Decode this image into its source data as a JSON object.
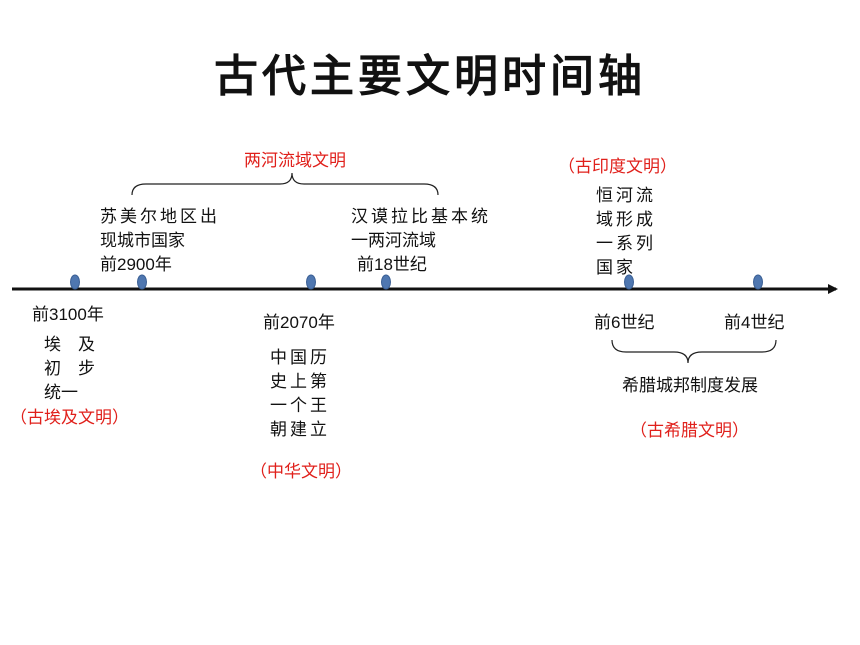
{
  "title": "古代主要文明时间轴",
  "civilizations": {
    "mesopotamia": "两河流域文明",
    "india": "（古印度文明）",
    "egypt": "（古埃及文明）",
    "china": "（中华文明）",
    "greece": "（古希腊文明）"
  },
  "events": {
    "sumer": [
      "苏美尔地区出",
      "现城市国家",
      "前2900年"
    ],
    "hammurabi": [
      "汉谟拉比基本统",
      "一两河流域",
      "前18世纪"
    ],
    "ganges": [
      "恒河流",
      "域形成",
      "一系列",
      "国家"
    ],
    "egypt_unify": [
      "埃　及",
      "初　步",
      "统一"
    ],
    "china_dynasty": [
      "中国历",
      "史上第",
      "一个王",
      "朝建立"
    ],
    "greece_city": "希腊城邦制度发展"
  },
  "dates": {
    "d3100": "前3100年",
    "d2070": "前2070年",
    "d6c": "前6世纪",
    "d4c": "前4世纪"
  },
  "colors": {
    "accent": "#e0201b",
    "dot": "#4f77b0",
    "axis": "#111111"
  }
}
